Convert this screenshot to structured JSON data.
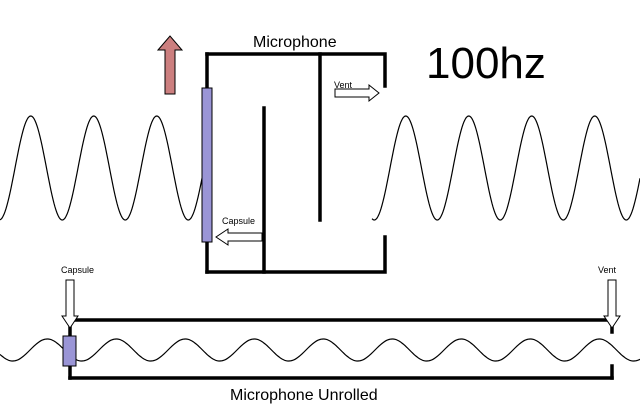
{
  "labels": {
    "microphone": "Microphone",
    "frequency": "100hz",
    "vent_top": "Vent",
    "capsule_top": "Capsule",
    "capsule_bottom": "Capsule",
    "vent_bottom": "Vent",
    "microphone_unrolled": "Microphone Unrolled"
  },
  "colors": {
    "line": "#000000",
    "capsule": "#9a95d6",
    "up_arrow": "#cc7f7f"
  },
  "icons": {
    "up_arrow": "up-arrow-icon",
    "right_arrow": "right-arrow-icon",
    "left_arrow": "left-arrow-icon",
    "down_arrow": "down-arrow-icon"
  }
}
